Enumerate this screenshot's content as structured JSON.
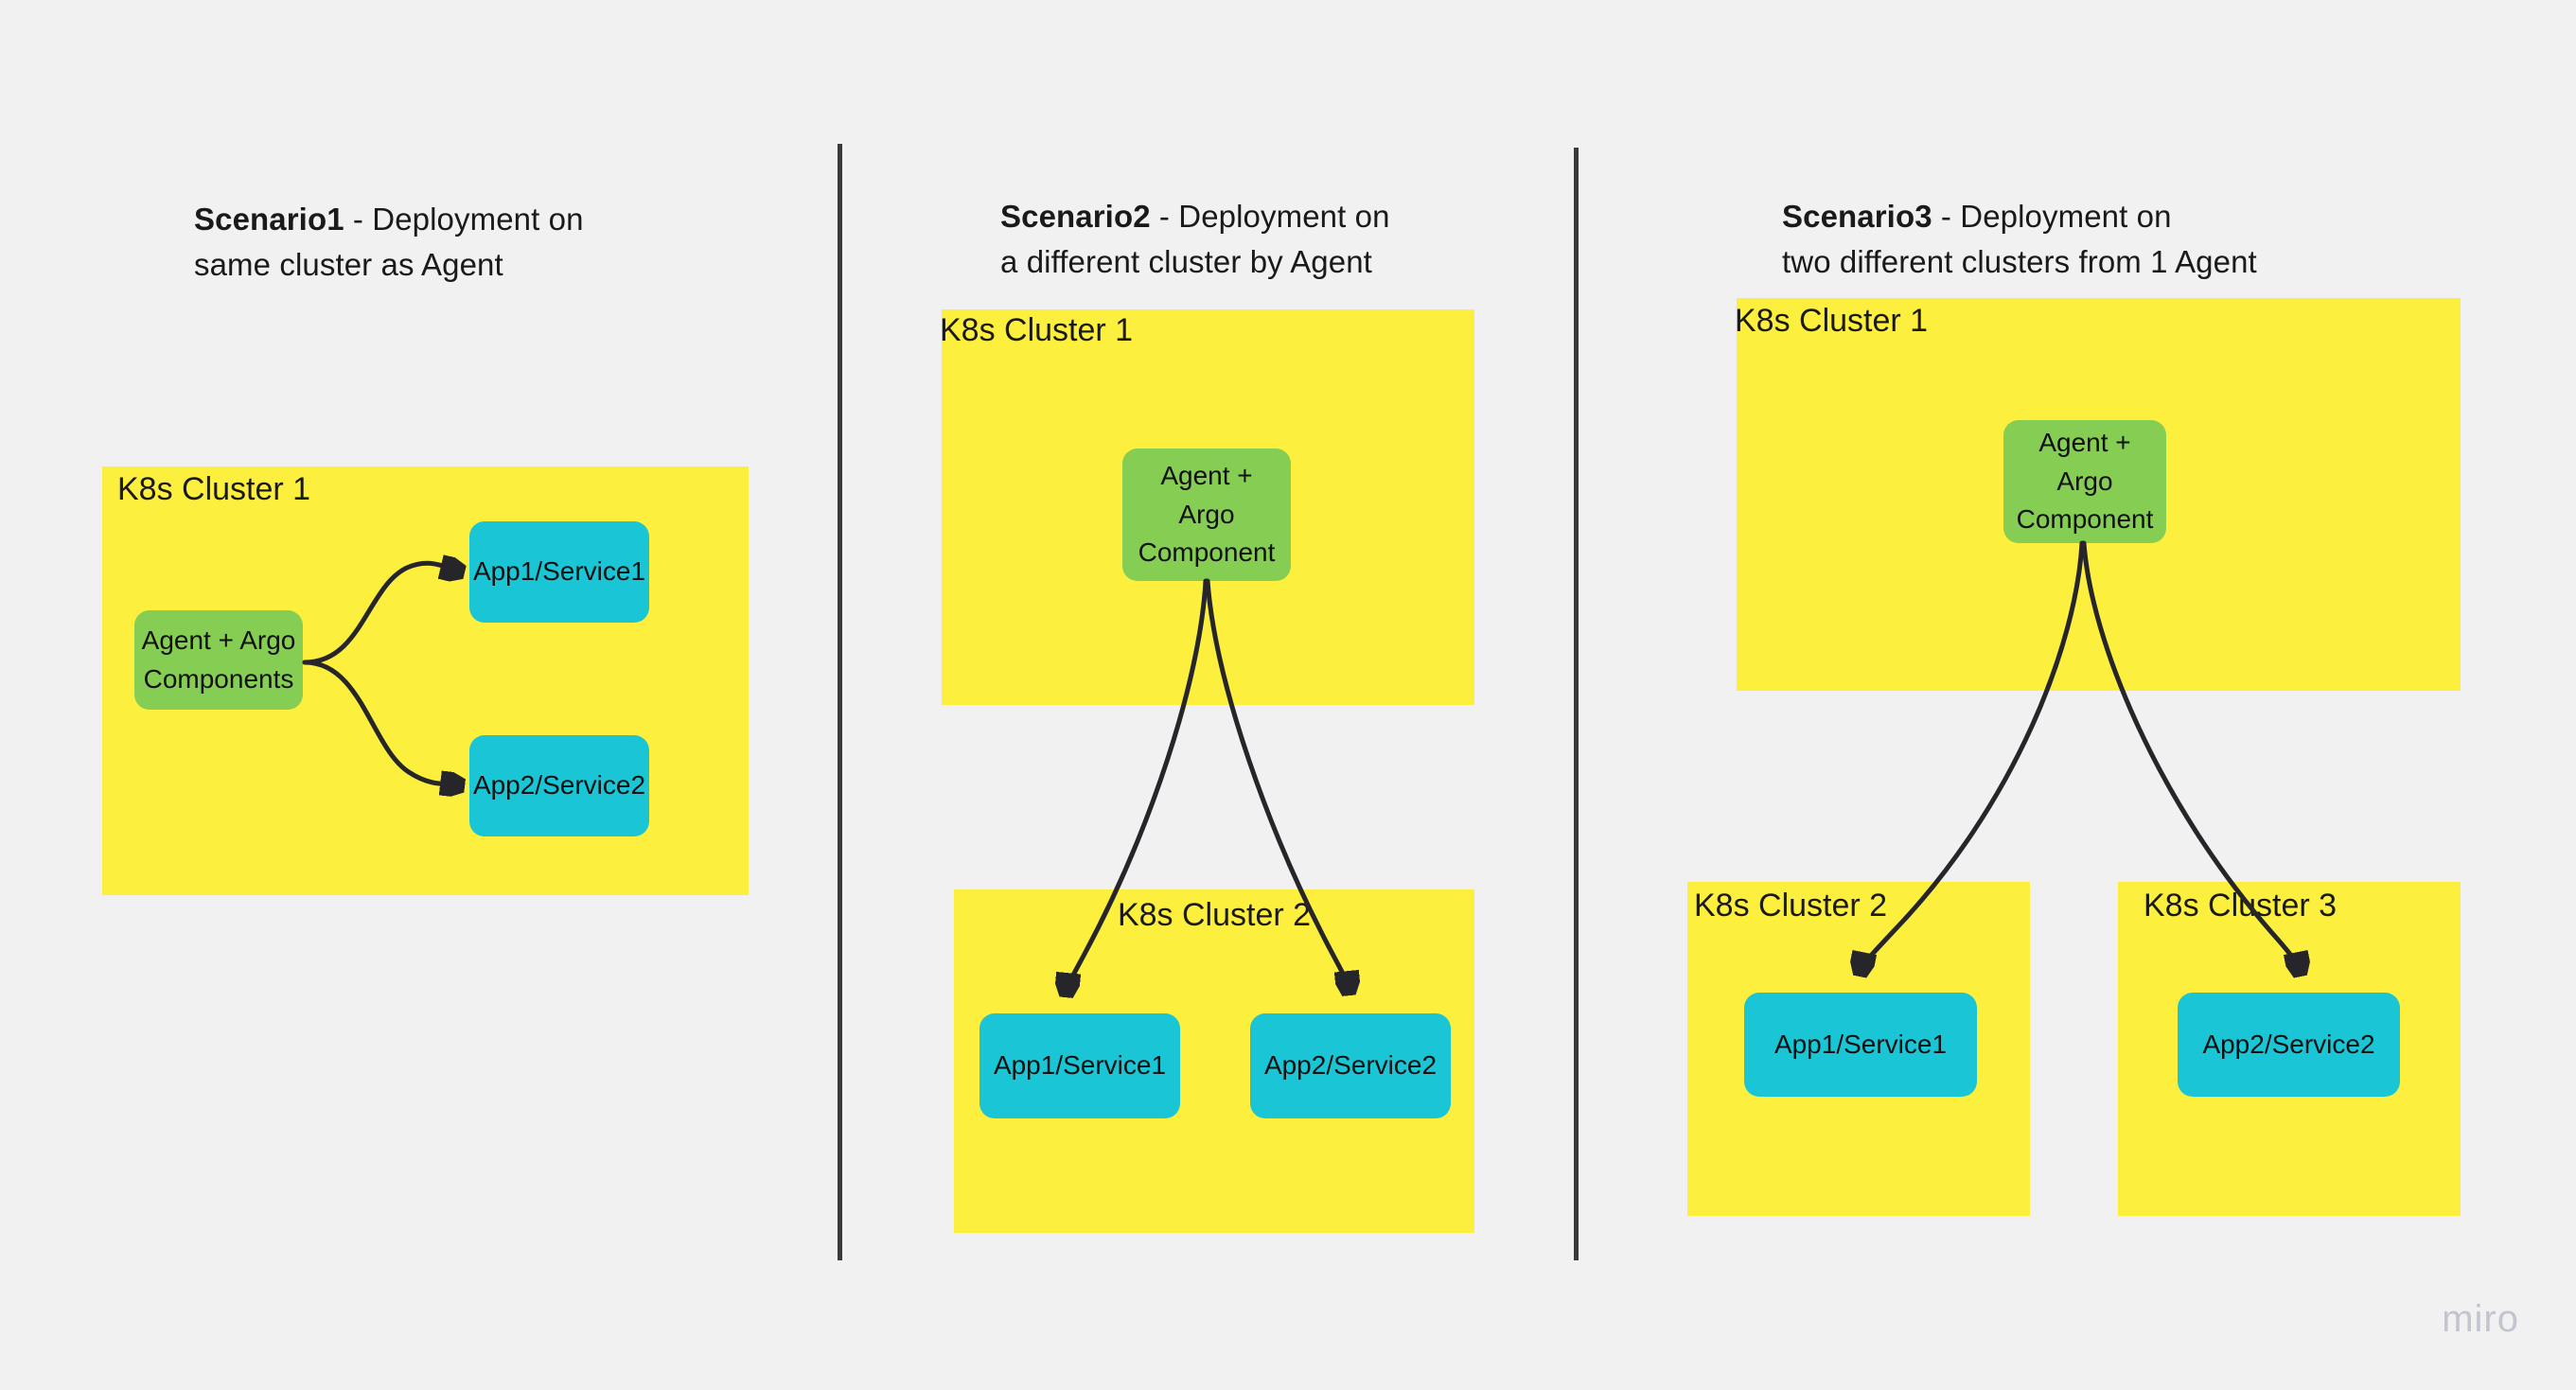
{
  "canvas": {
    "background_color": "#f1f1f1",
    "watermark": "miro"
  },
  "colors": {
    "cluster_yellow": "#fcef3d",
    "agent_green": "#85ce53",
    "app_cyan": "#1ac6d6",
    "arrow_dark": "#26262a",
    "divider": "#3a3a3c",
    "text": "#1a1a1a",
    "watermark": "#c3c5ce"
  },
  "scenarios": [
    {
      "id": "scenario1",
      "title_strong": "Scenario1",
      "title_rest": " - Deployment on\nsame cluster as Agent",
      "clusters": [
        {
          "id": "s1-cluster1",
          "label": "K8s Cluster 1",
          "label_align": "left"
        }
      ],
      "nodes": [
        {
          "id": "s1-agent",
          "label": "Agent + Argo\nComponents",
          "type": "agent"
        },
        {
          "id": "s1-app1",
          "label": "App1/Service1",
          "type": "app"
        },
        {
          "id": "s1-app2",
          "label": "App2/Service2",
          "type": "app"
        }
      ],
      "edges": [
        {
          "from": "s1-agent",
          "to": "s1-app1"
        },
        {
          "from": "s1-agent",
          "to": "s1-app2"
        }
      ]
    },
    {
      "id": "scenario2",
      "title_strong": "Scenario2",
      "title_rest": " - Deployment on\na different cluster by Agent",
      "clusters": [
        {
          "id": "s2-cluster1",
          "label": "K8s Cluster 1",
          "label_align": "left"
        },
        {
          "id": "s2-cluster2",
          "label": "K8s Cluster 2",
          "label_align": "center"
        }
      ],
      "nodes": [
        {
          "id": "s2-agent",
          "label": "Agent +\nArgo\nComponent",
          "type": "agent"
        },
        {
          "id": "s2-app1",
          "label": "App1/Service1",
          "type": "app"
        },
        {
          "id": "s2-app2",
          "label": "App2/Service2",
          "type": "app"
        }
      ],
      "edges": [
        {
          "from": "s2-agent",
          "to": "s2-app1"
        },
        {
          "from": "s2-agent",
          "to": "s2-app2"
        }
      ]
    },
    {
      "id": "scenario3",
      "title_strong": "Scenario3",
      "title_rest": " - Deployment on\ntwo different clusters from 1 Agent",
      "clusters": [
        {
          "id": "s3-cluster1",
          "label": "K8s Cluster 1",
          "label_align": "left"
        },
        {
          "id": "s3-cluster2",
          "label": "K8s Cluster 2",
          "label_align": "left"
        },
        {
          "id": "s3-cluster3",
          "label": "K8s Cluster 3",
          "label_align": "left"
        }
      ],
      "nodes": [
        {
          "id": "s3-agent",
          "label": "Agent +\nArgo\nComponent",
          "type": "agent"
        },
        {
          "id": "s3-app1",
          "label": "App1/Service1",
          "type": "app"
        },
        {
          "id": "s3-app2",
          "label": "App2/Service2",
          "type": "app"
        }
      ],
      "edges": [
        {
          "from": "s3-agent",
          "to": "s3-app1"
        },
        {
          "from": "s3-agent",
          "to": "s3-app2"
        }
      ]
    }
  ]
}
